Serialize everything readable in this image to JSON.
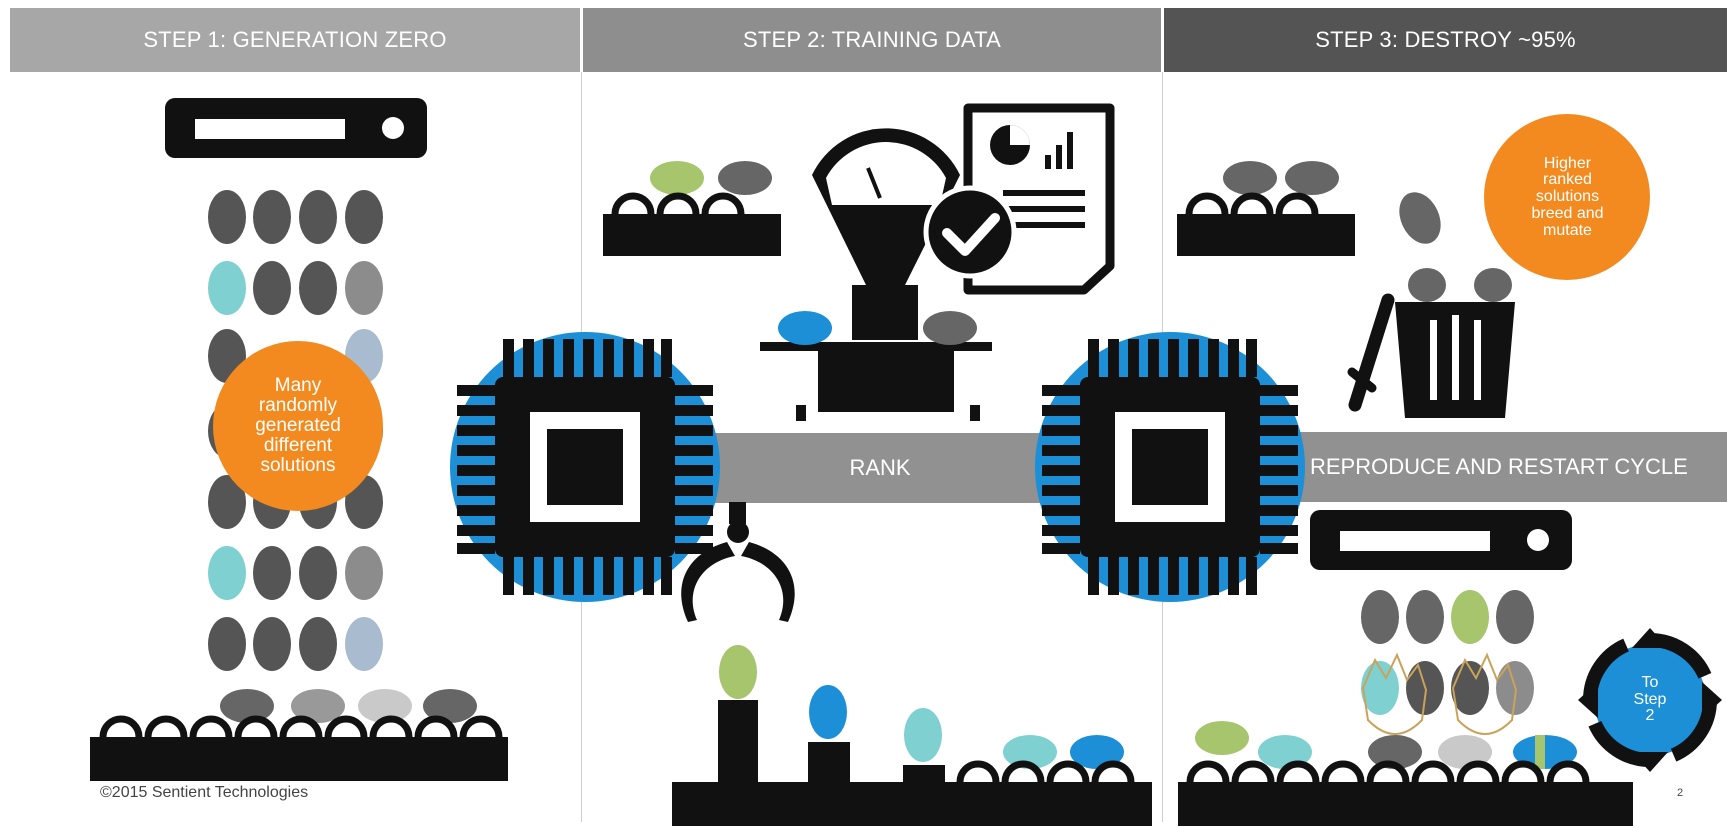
{
  "steps": [
    {
      "title": "STEP 1: GENERATION ZERO"
    },
    {
      "title": "STEP 2: TRAINING DATA"
    },
    {
      "title": "STEP 3: DESTROY ~95%"
    }
  ],
  "bands": {
    "rank": "RANK",
    "reproduce": "REPRODUCE AND RESTART CYCLE"
  },
  "callouts": {
    "step1": [
      "Many",
      "randomly",
      "generated",
      "different",
      "solutions"
    ],
    "step3": [
      "Higher",
      "ranked",
      "solutions",
      "breed and",
      "mutate"
    ],
    "cycle": [
      "To",
      "Step",
      "2"
    ]
  },
  "footer": {
    "copyright": "©2015 Sentient Technologies",
    "page": "2"
  },
  "colors": {
    "header1": "#a7a7a7",
    "header2": "#8e8e8e",
    "header3": "#545454",
    "band": "#919191",
    "chip_ring": "#1c8fd6",
    "callout_orange": "#f28a1f",
    "solution_teal": "#7fd0d0",
    "solution_green": "#a6c56c",
    "solution_blue": "#1c8fd6",
    "solution_dark_gray": "#555555",
    "solution_mid_gray": "#8c8c8c",
    "solution_light_gray": "#c9c9c9",
    "solution_pale_blue": "#a9bccf"
  },
  "icons": {
    "step1": [
      "server-icon",
      "conveyor-belt-icon"
    ],
    "step2": [
      "conveyor-belt-icon",
      "scale-icon",
      "report-document-icon",
      "checkmark-badge-icon",
      "robot-claw-icon",
      "pedestal-icon"
    ],
    "shared": [
      "processor-chip-icon"
    ],
    "step3": [
      "conveyor-belt-icon",
      "trash-can-icon",
      "server-icon",
      "cracked-egg-icon",
      "cycle-arrows-icon"
    ]
  }
}
